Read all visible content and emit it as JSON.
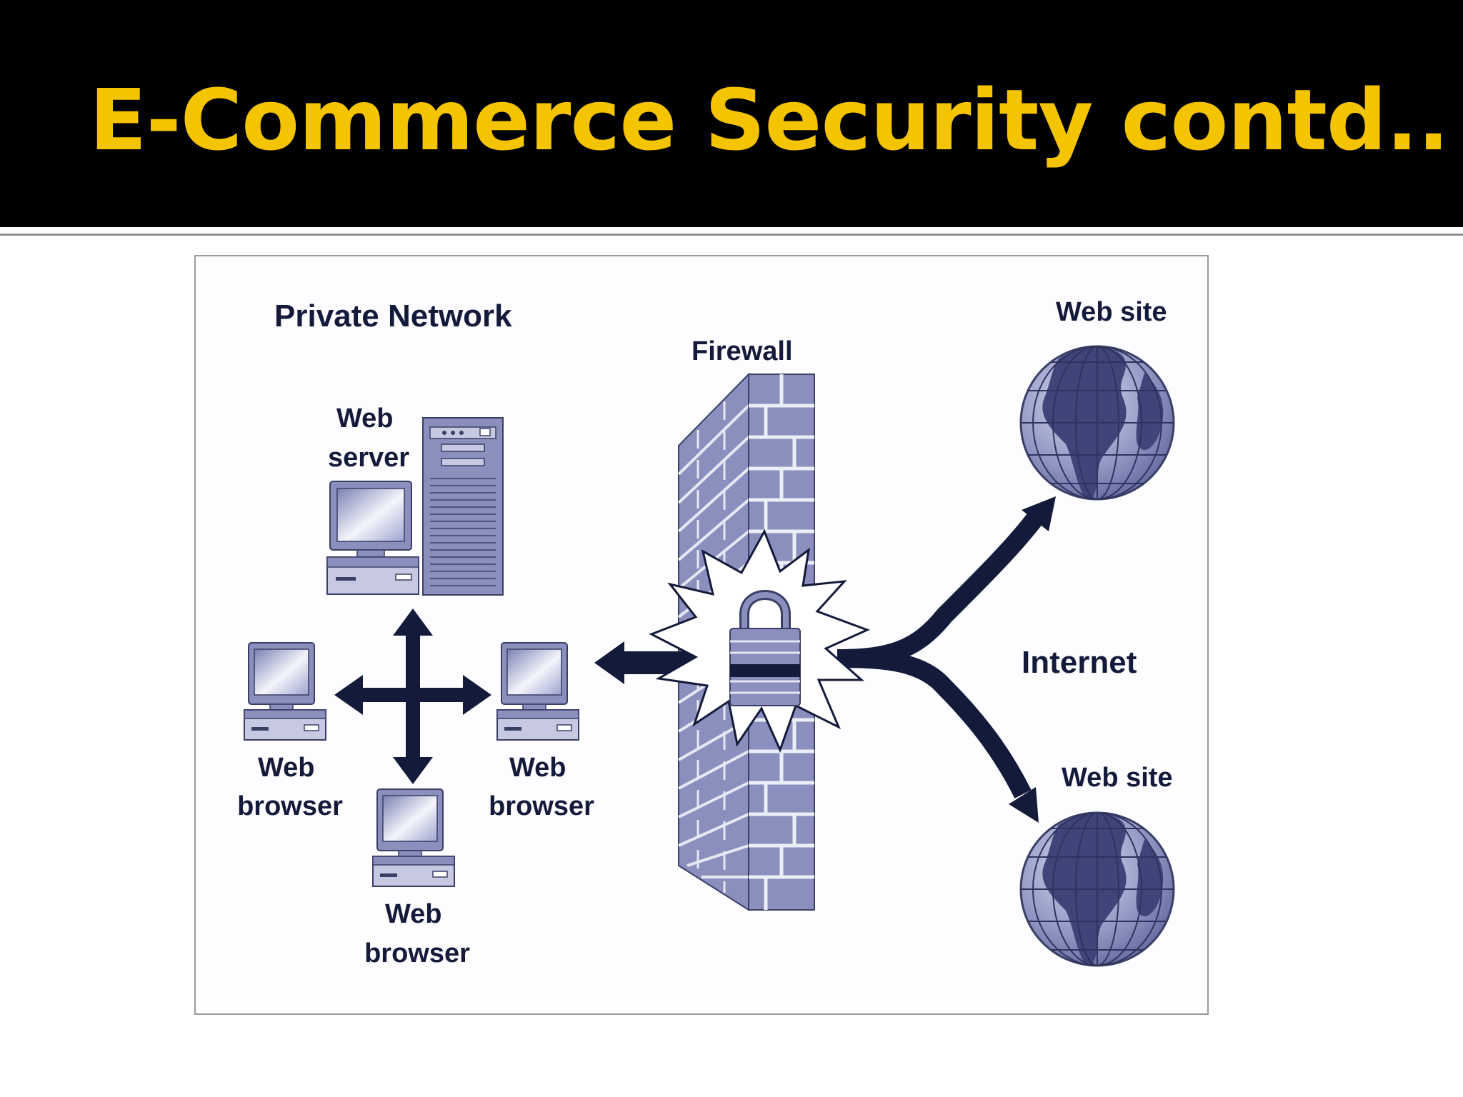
{
  "slide": {
    "title": "E-Commerce Security contd..",
    "title_color": "#f5c400",
    "header_background": "#000000"
  },
  "diagram": {
    "private_network_label": "Private Network",
    "firewall_label": "Firewall",
    "internet_label": "Internet",
    "web_server_label": [
      "Web",
      "server"
    ],
    "web_browser_left_label": [
      "Web",
      "browser"
    ],
    "web_browser_right_label": [
      "Web",
      "browser"
    ],
    "web_browser_bottom_label": [
      "Web",
      "browser"
    ],
    "web_site_top_label": "Web site",
    "web_site_bottom_label": "Web site",
    "icons": [
      "server-tower-icon",
      "computer-icon",
      "firewall-brick-wall-icon",
      "padlock-icon",
      "globe-icon",
      "four-way-arrow-icon"
    ],
    "colors": {
      "navy": "#141a3a",
      "device": "#8a8fbe",
      "device_light": "#c7c9e3",
      "outline": "#3a3f66"
    }
  }
}
